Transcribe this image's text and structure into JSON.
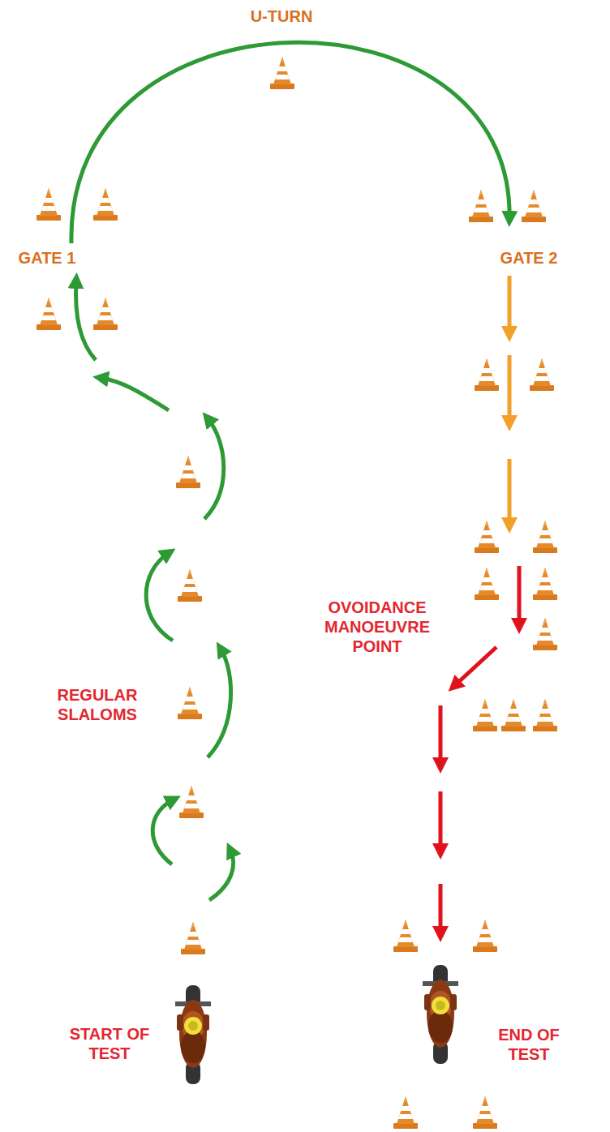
{
  "diagram": {
    "labels": [
      "U-TURN",
      "GATE 1",
      "GATE 2",
      "REGULAR SLALOMS",
      "OVOIDANCE MANOEUVRE POINT",
      "START OF TEST",
      "END OF TEST"
    ]
  }
}
